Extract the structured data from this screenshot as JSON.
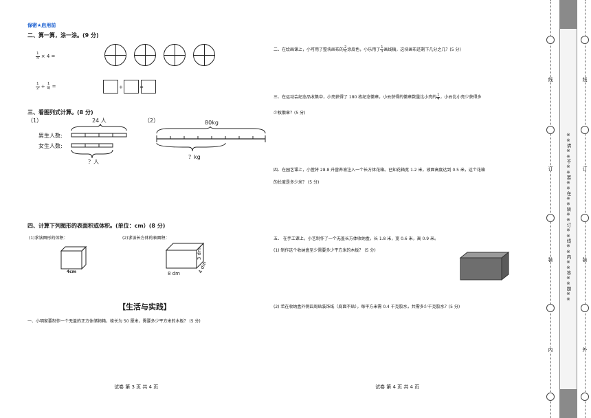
{
  "header": {
    "badge": "保密★启用前"
  },
  "section2": {
    "heading": "二、算一算，涂一涂。(9 分)",
    "q1": {
      "fraction": {
        "num": "1",
        "den": "4"
      },
      "rest": "× 4 ="
    },
    "q2": {
      "f1": {
        "num": "1",
        "den": "2"
      },
      "op": "+",
      "f2": {
        "num": "1",
        "den": "4"
      },
      "eq": "="
    },
    "box_ops": [
      "+",
      "="
    ]
  },
  "section3": {
    "heading": "三、看图列式计算。(8 分)",
    "p1": {
      "label": "（1）",
      "top": "24 人",
      "boys": "男生人数:",
      "girls": "女生人数:",
      "bottom": "？人"
    },
    "p2": {
      "label": "（2）",
      "top": "80kg",
      "bottom": "？kg"
    }
  },
  "section4": {
    "heading": "四、计算下列图形的表面积或体积。(单位：cm）(8 分)",
    "p1": {
      "prompt": "(1)求该图形的体积：",
      "dim": "4cm"
    },
    "p2": {
      "prompt": "(2)求该长方体的表面积：",
      "len": "8 dm",
      "wid": "4 dm",
      "hgt": "3 dm"
    }
  },
  "life": {
    "title": "【生活与实践】",
    "q1": "一、小明家要制作一个无盖的正方体储物箱，棱长为 50 厘米，需要多少平方米的木板？ (5 分)"
  },
  "right": {
    "q2": {
      "pre": "二、在绘画课上，小可用了整块画布的",
      "f": {
        "num": "2",
        "den": "5"
      },
      "mid": "涂底色，小乐用了",
      "f2": {
        "num": "1",
        "den": "3"
      },
      "post": "画线稿，这块画布还剩下几分之几？(5 分)"
    },
    "q3": {
      "pre": "三、在运动会纪念品收集中，小亮获得了 180 枚纪念徽章，小云获得的徽章数量比小亮的",
      "f": {
        "num": "1",
        "den": "4"
      },
      "post": "，小云比小亮少获得多",
      "line2": "少枚徽章？(5 分)"
    },
    "q4": {
      "line1": "四、在园艺课上，小萱将 28.8 升营养液注入一个长方体花箱。已知花箱宽 1.2 米，液面高度达到 0.5 米，这个花箱",
      "line2": "的长度是多少米？    (5 分)"
    },
    "q5": {
      "line1": "五、   在手工课上，小艺制作了一个无盖长方体收纳盒，长 1.8 米，宽 0.6 米，高 0.9 米。",
      "sub1": "(1) 制作这个收纳盒至少需要多少平方米的木板？   (5 分)",
      "sub2": "(2) 若在收纳盒外侧四周贴装饰纸（底面不贴），每平方米需 0.4 千克胶水，共需多少千克胶水？(5 分)"
    }
  },
  "footer": {
    "left": "试卷  第 3 页  共 4 页",
    "right": "试卷  第 4 页  共 4 页"
  },
  "gutter": {
    "inner": [
      "线",
      "订",
      "装",
      "内"
    ],
    "outer": [
      "线",
      "订",
      "装",
      "外"
    ],
    "seal": "※※请※※不※※要※※在※※装※※订※※线※※内※※答※※题※※"
  }
}
